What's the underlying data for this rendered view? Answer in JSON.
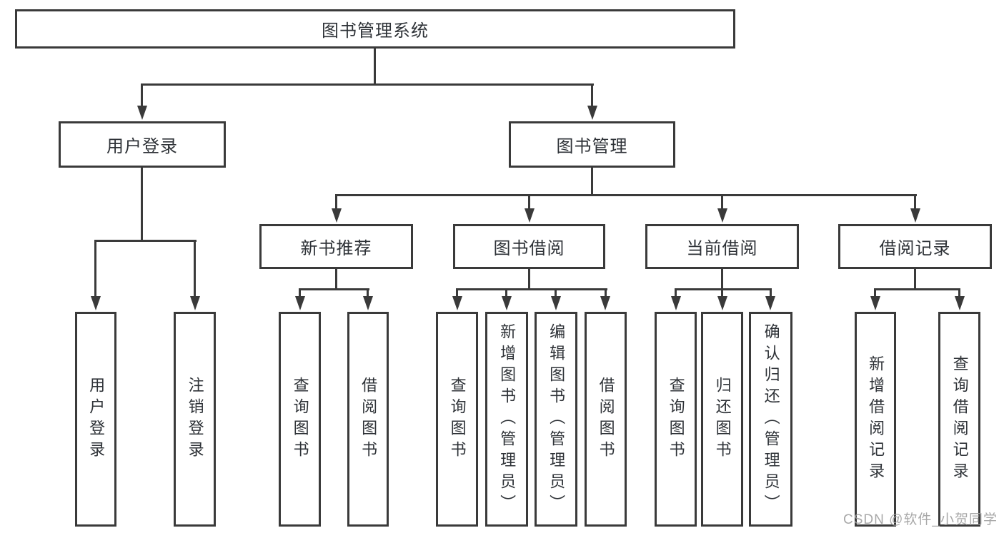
{
  "diagram": {
    "type": "hierarchy-tree",
    "title": "图书管理系统",
    "watermark": "CSDN @软件_小贺同学",
    "colors": {
      "line": "#3a3a3a",
      "box_border": "#3a3a3a",
      "text": "#2e3237",
      "background": "#ffffff",
      "watermark": "#9e9e9e"
    },
    "nodes": {
      "root": {
        "label": "图书管理系统"
      },
      "user_login": {
        "label": "用户登录"
      },
      "book_mgmt": {
        "label": "图书管理"
      },
      "new_book_rec": {
        "label": "新书推荐"
      },
      "book_borrow": {
        "label": "图书借阅"
      },
      "current_borrow": {
        "label": "当前借阅"
      },
      "borrow_records": {
        "label": "借阅记录"
      },
      "leaf_login": {
        "label": "用户登录"
      },
      "leaf_logout": {
        "label": "注销登录"
      },
      "leaf_rec_query": {
        "label": "查询图书"
      },
      "leaf_rec_borrow": {
        "label": "借阅图书"
      },
      "leaf_bb_query": {
        "label": "查询图书"
      },
      "leaf_bb_add": {
        "label": "新增图书（管理员）"
      },
      "leaf_bb_edit": {
        "label": "编辑图书（管理员）"
      },
      "leaf_bb_borrow": {
        "label": "借阅图书"
      },
      "leaf_cb_query": {
        "label": "查询图书"
      },
      "leaf_cb_return": {
        "label": "归还图书"
      },
      "leaf_cb_confirm": {
        "label": "确认归还（管理员）"
      },
      "leaf_br_add": {
        "label": "新增借阅记录"
      },
      "leaf_br_query": {
        "label": "查询借阅记录"
      }
    },
    "edges": [
      [
        "root",
        "user_login"
      ],
      [
        "root",
        "book_mgmt"
      ],
      [
        "user_login",
        "leaf_login"
      ],
      [
        "user_login",
        "leaf_logout"
      ],
      [
        "book_mgmt",
        "new_book_rec"
      ],
      [
        "book_mgmt",
        "book_borrow"
      ],
      [
        "book_mgmt",
        "current_borrow"
      ],
      [
        "book_mgmt",
        "borrow_records"
      ],
      [
        "new_book_rec",
        "leaf_rec_query"
      ],
      [
        "new_book_rec",
        "leaf_rec_borrow"
      ],
      [
        "book_borrow",
        "leaf_bb_query"
      ],
      [
        "book_borrow",
        "leaf_bb_add"
      ],
      [
        "book_borrow",
        "leaf_bb_edit"
      ],
      [
        "book_borrow",
        "leaf_bb_borrow"
      ],
      [
        "current_borrow",
        "leaf_cb_query"
      ],
      [
        "current_borrow",
        "leaf_cb_return"
      ],
      [
        "current_borrow",
        "leaf_cb_confirm"
      ],
      [
        "borrow_records",
        "leaf_br_add"
      ],
      [
        "borrow_records",
        "leaf_br_query"
      ]
    ]
  }
}
